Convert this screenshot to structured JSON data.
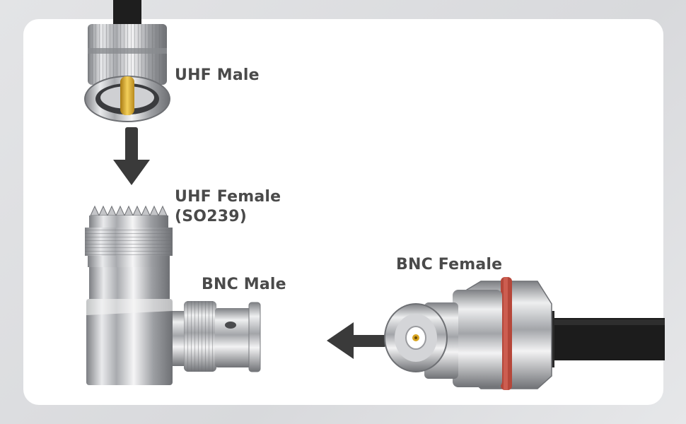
{
  "labels": {
    "uhf_male": "UHF Male",
    "uhf_female_line1": "UHF Female",
    "uhf_female_line2": "(SO239)",
    "bnc_male": "BNC Male",
    "bnc_female": "BNC Female"
  },
  "colors": {
    "background": "#dfe0e2",
    "panel": "#ffffff",
    "label_text": "#4a4a4a",
    "arrow": "#3a3a3a",
    "gasket": "#c0392b",
    "gold_pin": "#d9a521"
  }
}
